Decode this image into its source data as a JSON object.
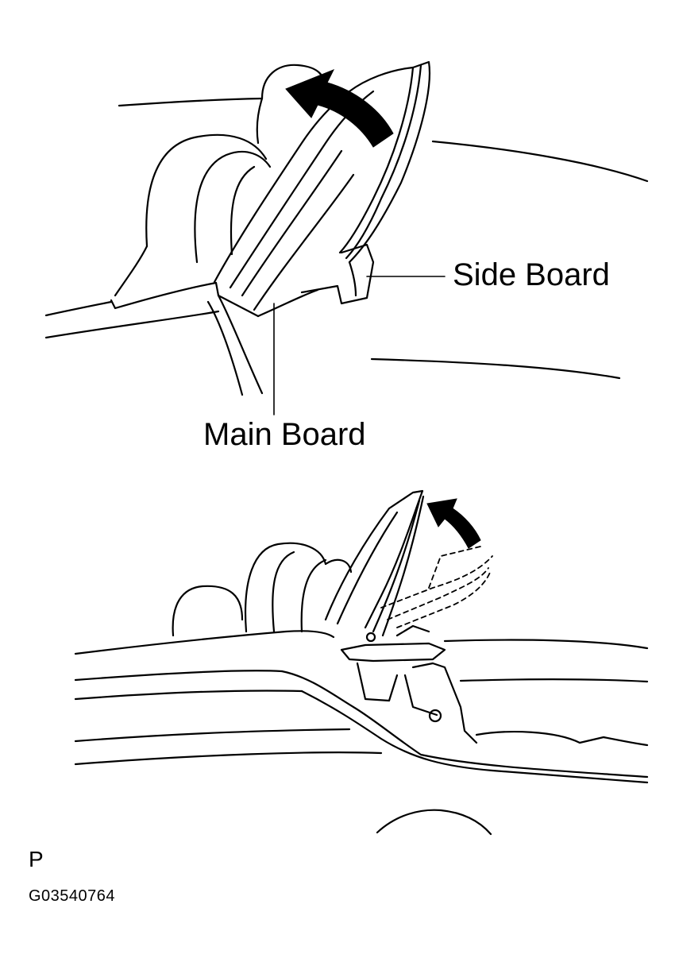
{
  "figure": {
    "top_illustration": {
      "callouts": {
        "side_board": "Side Board",
        "main_board": "Main Board"
      }
    },
    "bottom_illustration": {},
    "footer": {
      "view_code": "P",
      "figure_id": "G03540764"
    }
  },
  "colors": {
    "ink": "#000000",
    "paper": "#ffffff"
  }
}
